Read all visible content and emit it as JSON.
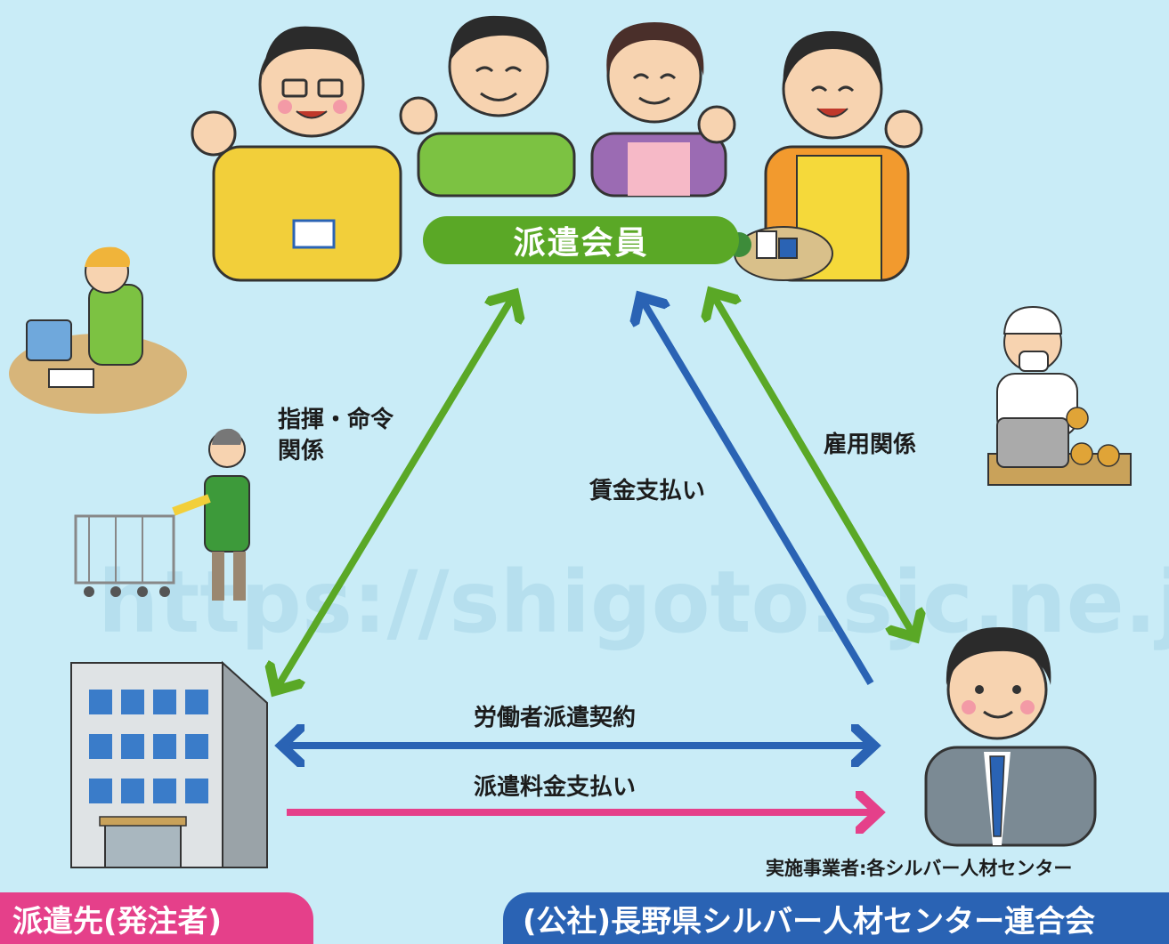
{
  "nodes": {
    "members": "派遣会員",
    "client": "派遣先(発注者)",
    "federation": "(公社)長野県シルバー人材センター連合会",
    "operator_note": "実施事業者:各シルバー人材センター"
  },
  "relations": {
    "command": "指揮・命令\n関係",
    "employment": "雇用関係",
    "wage_payment": "賃金支払い",
    "dispatch_contract": "労働者派遣契約",
    "fee_payment": "派遣料金支払い"
  },
  "background": {
    "url_text": "https://shigoto.sjc.ne.jp"
  },
  "colors": {
    "green": "#5aa826",
    "blue": "#2a63b4",
    "pink": "#e5408a"
  }
}
